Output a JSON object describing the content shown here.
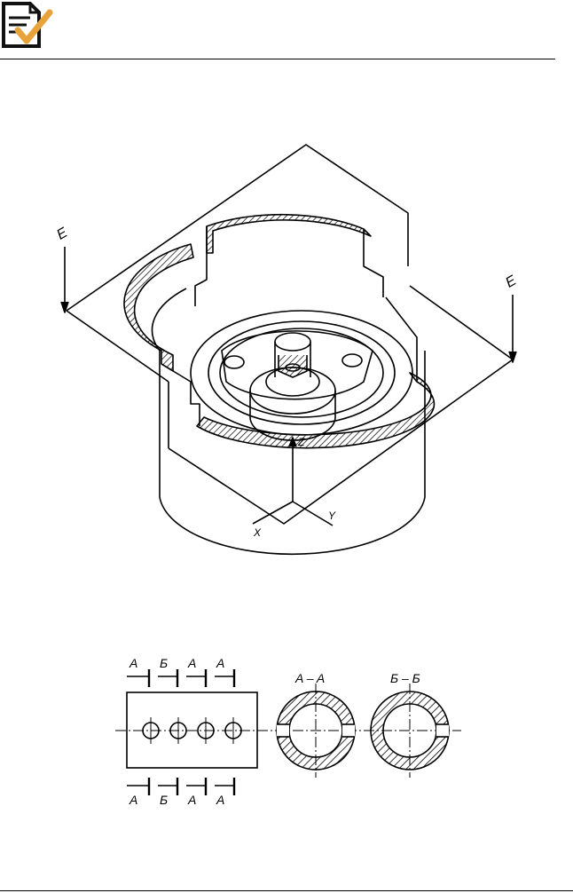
{
  "figure1": {
    "plane_label_left": "E",
    "plane_label_right": "E",
    "axis_z": "Z",
    "axis_x": "X",
    "axis_y": "Y"
  },
  "figure2": {
    "cuts_top": [
      "A",
      "Б",
      "A",
      "A"
    ],
    "cuts_bottom": [
      "A",
      "Б",
      "A",
      "A"
    ],
    "section_aa_title": "A – A",
    "section_bb_title": "Б – Б"
  }
}
